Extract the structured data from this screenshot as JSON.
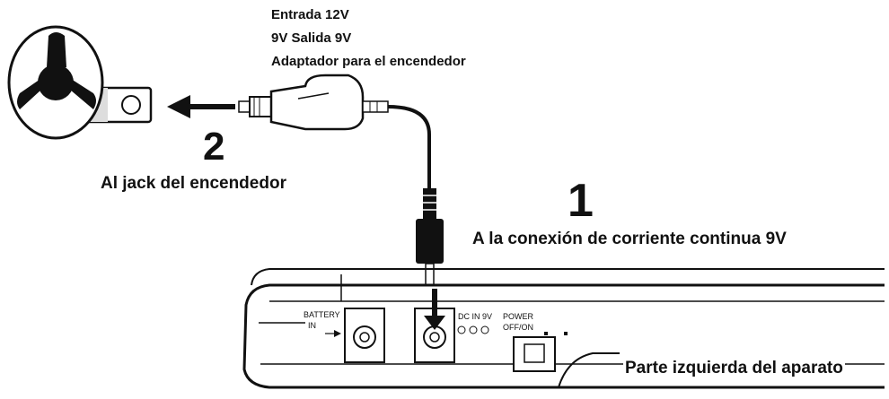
{
  "adapter": {
    "line1": "Entrada 12V",
    "line2": "9V Salida 9V",
    "line3": "Adaptador para el encendedor"
  },
  "steps": [
    {
      "number": "1",
      "label": "A la conexión de corriente continua 9V"
    },
    {
      "number": "2",
      "label": "Al jack del encendedor"
    }
  ],
  "device": {
    "caption": "Parte izquierda del aparato",
    "battery_label": "BATTERY",
    "battery_in": "IN",
    "dcin_label": "DC IN 9V",
    "power_label": "POWER",
    "power_sub": "OFF/ON"
  },
  "colors": {
    "ink": "#111111",
    "paper": "#ffffff",
    "gray": "#d8d8d8"
  }
}
